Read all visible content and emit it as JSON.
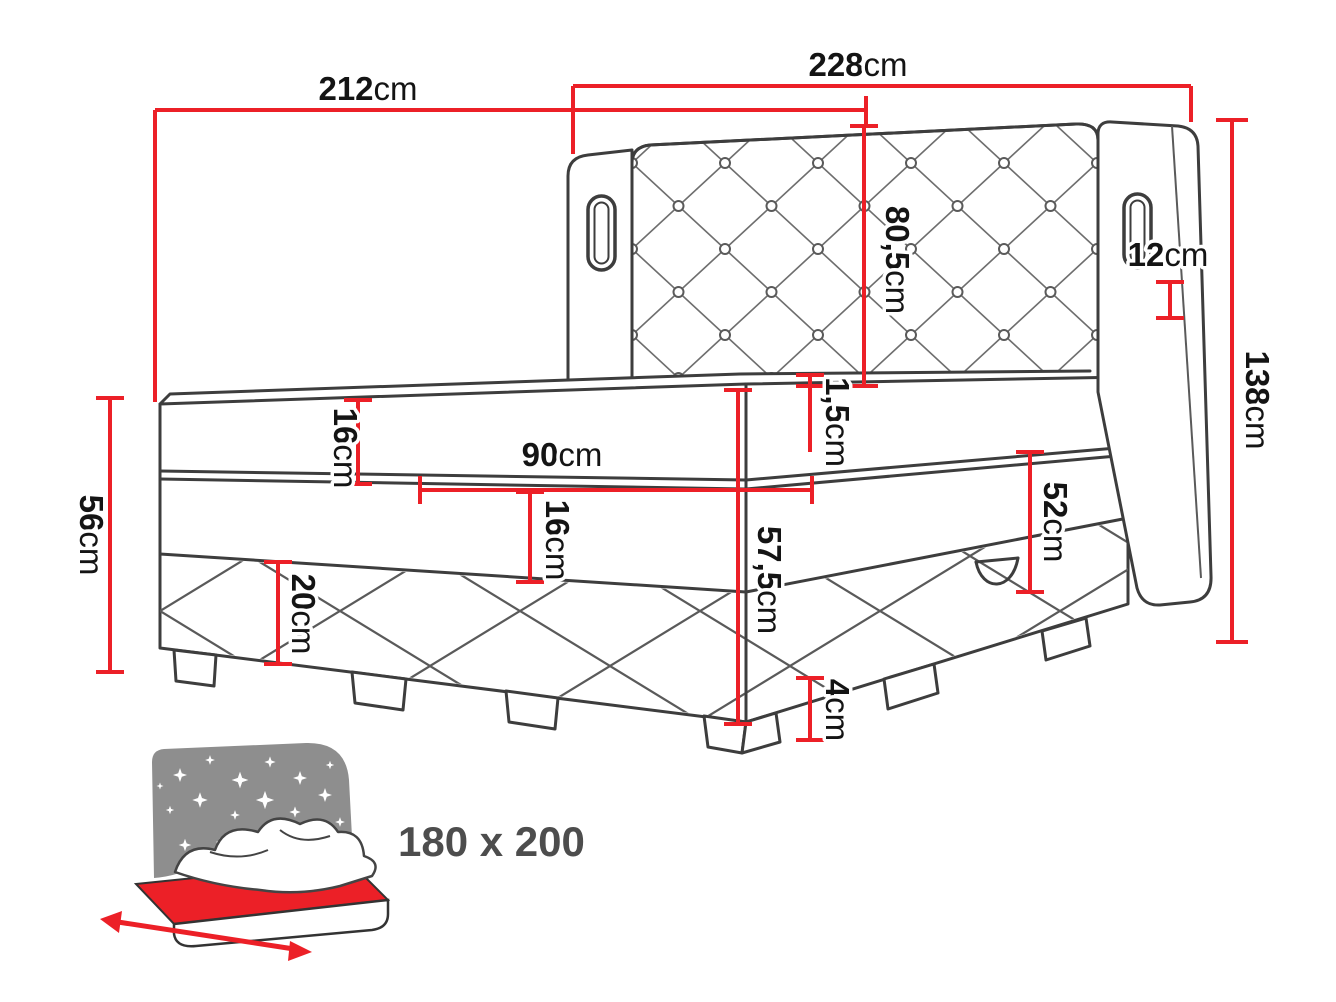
{
  "colors": {
    "dimension_red": "#ec2027",
    "outline_dark": "#3d3d3d",
    "label_black": "#141414",
    "icon_grey": "#8e8e8e",
    "size_text_grey": "#4d4d4d"
  },
  "dimensions": {
    "front_width": {
      "value": "212",
      "unit": "cm"
    },
    "total_width": {
      "value": "228",
      "unit": "cm"
    },
    "headboard_panel_height": {
      "value": "80,5",
      "unit": "cm"
    },
    "side_panel_width": {
      "value": "12",
      "unit": "cm"
    },
    "headboard_height": {
      "value": "138",
      "unit": "cm"
    },
    "base_height": {
      "value": "56",
      "unit": "cm"
    },
    "top_mattress_height": {
      "value": "16",
      "unit": "cm"
    },
    "half_width": {
      "value": "90",
      "unit": "cm"
    },
    "topper_gap": {
      "value": "1,5",
      "unit": "cm"
    },
    "mid_mattress_height": {
      "value": "16",
      "unit": "cm"
    },
    "side_rail_height": {
      "value": "52",
      "unit": "cm"
    },
    "front_corner_height": {
      "value": "57,5",
      "unit": "cm"
    },
    "lower_box_height": {
      "value": "20",
      "unit": "cm"
    },
    "leg_height": {
      "value": "4",
      "unit": "cm"
    }
  },
  "icon": {
    "size_label": "180 x 200"
  }
}
